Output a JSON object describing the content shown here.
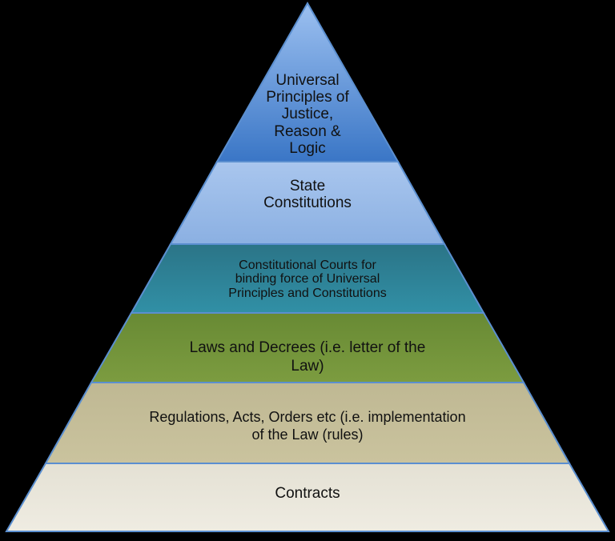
{
  "diagram": {
    "type": "pyramid",
    "background": "#000000",
    "outline_color": "#5b8fd0",
    "layers": [
      {
        "label": "Universal Principles of Justice, Reason & Logic",
        "lines": [
          "Universal",
          "Principles of",
          "Justice,",
          "Reason &",
          "Logic"
        ],
        "color_top": "#8fb6ea",
        "color_bottom": "#3b78c8"
      },
      {
        "label": "State Constitutions",
        "lines": [
          "State",
          "Constitutions"
        ],
        "color_top": "#a7c4ec",
        "color_bottom": "#8db1e2"
      },
      {
        "label": "Constitutional Courts for binding force of Universal Principles and Constitutions",
        "lines": [
          "Constitutional Courts for",
          "binding force of Universal",
          "Principles and Constitutions"
        ],
        "color_top": "#2e7d8f",
        "color_bottom": "#2f8aa0"
      },
      {
        "label": "Laws and Decrees (i.e. letter of the Law)",
        "lines": [
          "Laws and Decrees (i.e. letter of the",
          "Law)"
        ],
        "color_top": "#6d8f38",
        "color_bottom": "#7a9a3e"
      },
      {
        "label": "Regulations, Acts, Orders etc (i.e. implementation of the Law (rules)",
        "lines": [
          "Regulations, Acts, Orders etc (i.e. implementation",
          "of the Law (rules)"
        ],
        "color_top": "#c2bb96",
        "color_bottom": "#c8c19c"
      },
      {
        "label": "Contracts",
        "lines": [
          "Contracts"
        ],
        "color_top": "#e8e5da",
        "color_bottom": "#eeebe0"
      }
    ]
  }
}
